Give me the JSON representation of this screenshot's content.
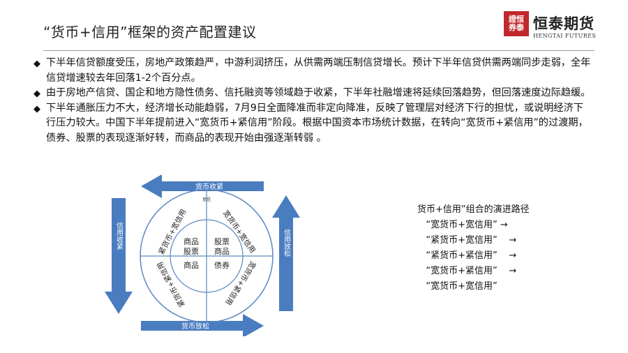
{
  "header": {
    "title": "“货币+信用”框架的资产配置建议",
    "logo_mark_chars": [
      "證",
      "恒",
      "券",
      "泰"
    ],
    "logo_cn": "恒泰期货",
    "logo_en": "HENGTAI FUTURES"
  },
  "bullets": [
    "下半年信贷额度受压，房地产政策趋严，中游利润挤压，从供需两端压制信贷增长。预计下半年信贷供需两端同步走弱，全年信贷增速较去年回落1-2个百分点。",
    "由于房地产信贷、国企和地方隐性债务、信托融资等领域趋于收紧，下半年社融增速将延续回落趋势，但回落速度边际趋缓。",
    "下半年通胀压力不大，经济增长动能趋弱，7月9日全面降准而非定向降准，反映了管理层对经济下行的担忧，或说明经济下行压力较大。中国下半年提前进入“宽货币+紧信用”阶段。根据中国资本市场统计数据，在转向“宽货币+紧信用”的过渡期，债券、股票的表现逐渐好转，而商品的表现开始由强逐渐转弱 。"
  ],
  "bullet_marker": "◆",
  "diagram": {
    "arrow_top": "货币收紧",
    "arrow_bottom": "货币放松",
    "arrow_left": "信用收紧",
    "arrow_right": "信用放松",
    "ring_top_small": "宽信",
    "ring_labels": {
      "top_right": "宽货币+宽信用",
      "top_left": "紧货币+宽信用",
      "bottom_left": "紧货币+紧信用",
      "bottom_right": "宽货币+紧信用"
    },
    "center_cells": {
      "tl": "商品\n股票",
      "tr": "股票\n商品",
      "bl": "商品",
      "br": "债券"
    },
    "colors": {
      "arrow": "#4a7cc0",
      "ring": "#5b86c4"
    }
  },
  "path": {
    "heading": "货币+信用”组合的演进路径",
    "steps": [
      "“宽货币+宽信用”",
      "“紧货币+宽信用”",
      "“紧货币+紧信用”",
      "“宽货币+紧信用”",
      "“宽货币+宽信用”"
    ],
    "arrow": "→"
  }
}
